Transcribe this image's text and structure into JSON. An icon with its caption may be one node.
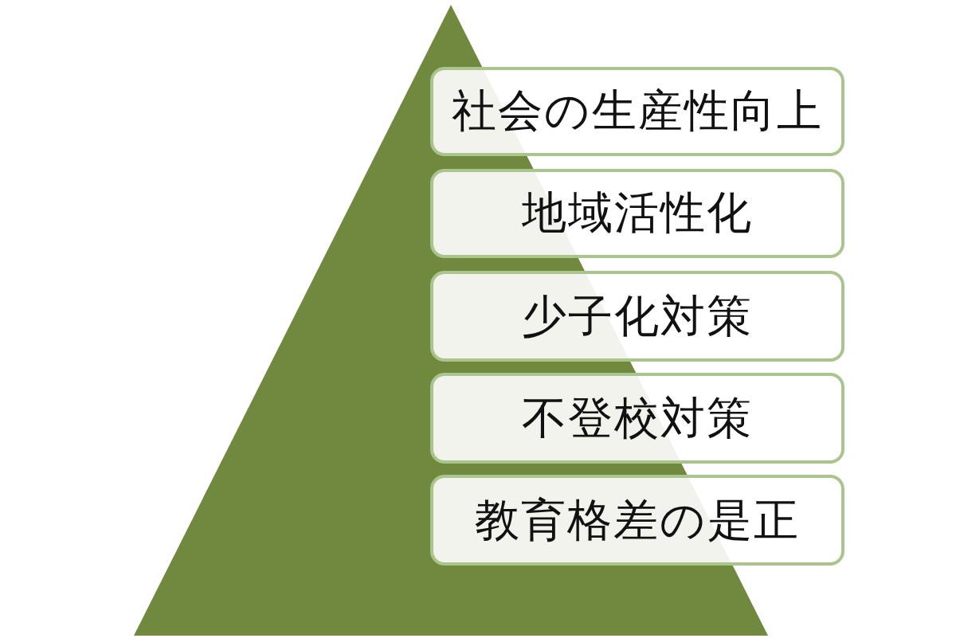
{
  "diagram": {
    "nodes": [
      {
        "text": [
          "社会の生産性向上"
        ]
      },
      {
        "text": [
          "地域活性化"
        ]
      },
      {
        "text": [
          "少子化対策"
        ]
      },
      {
        "text": [
          "不登校対策"
        ]
      },
      {
        "text": [
          "教育格差の是正"
        ]
      }
    ]
  }
}
